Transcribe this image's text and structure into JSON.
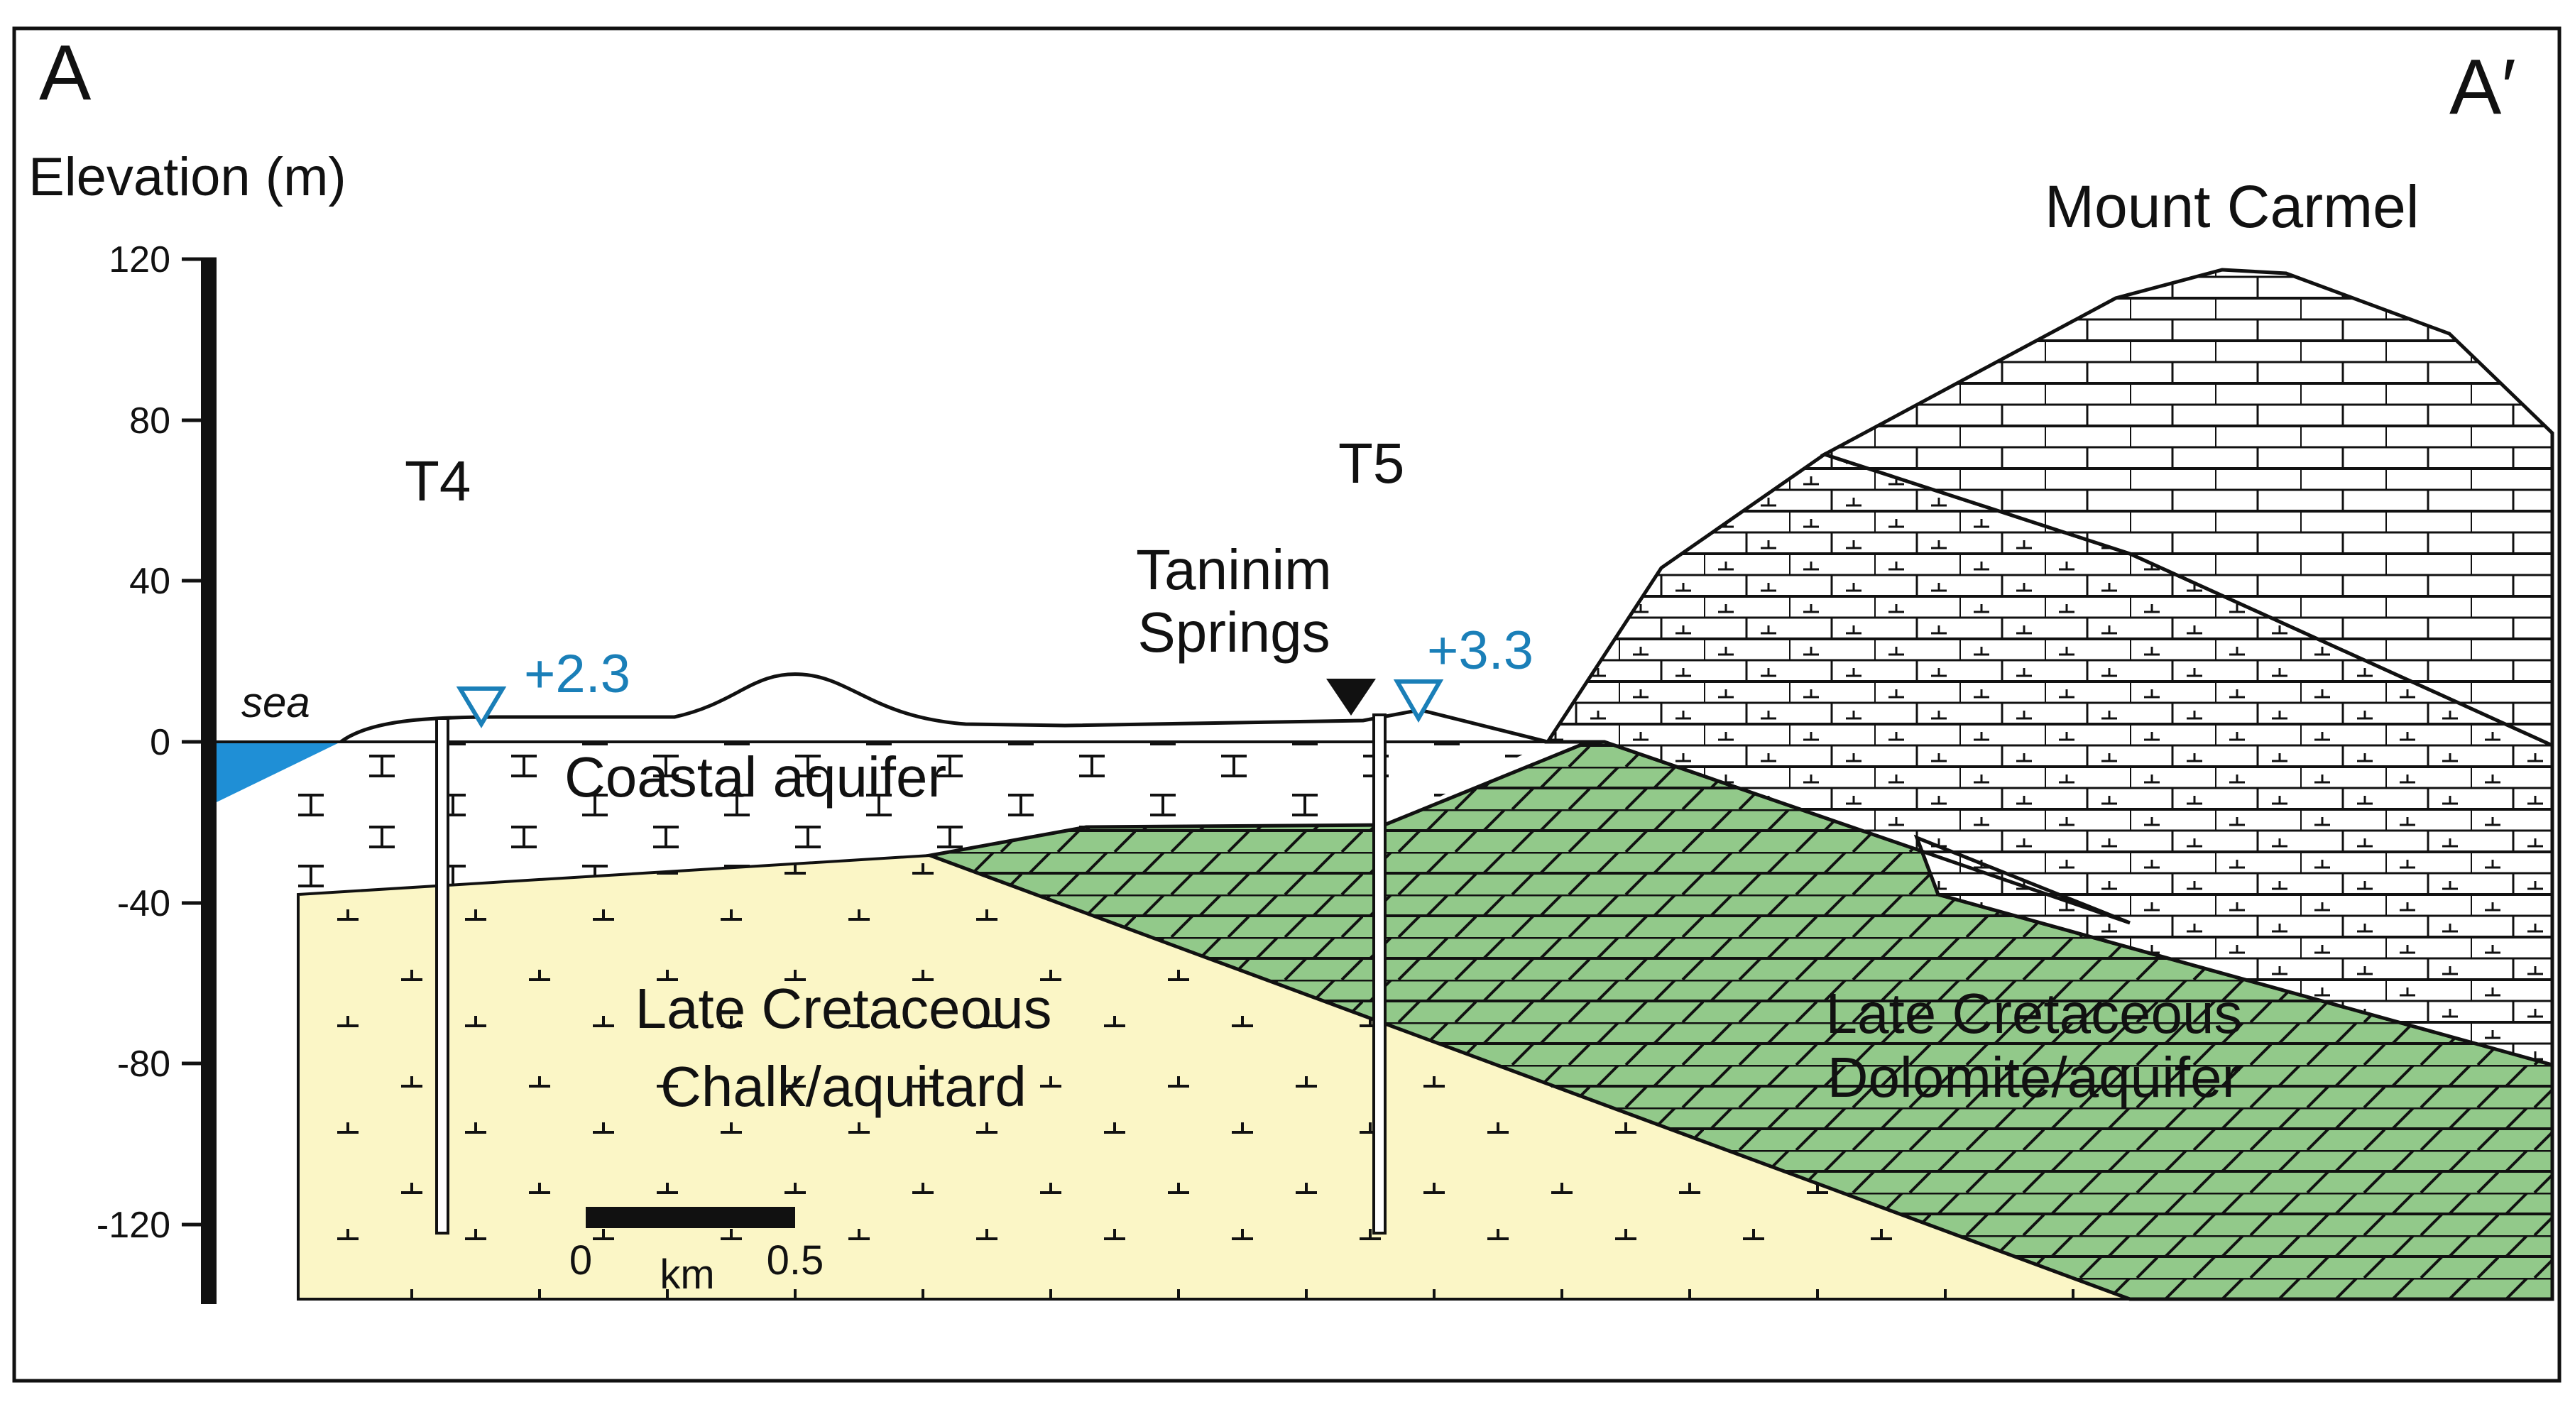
{
  "section": {
    "start_label": "A",
    "end_label": "A′"
  },
  "axis": {
    "title": "Elevation (m)",
    "ticks": [
      "120",
      "80",
      "40",
      "0",
      "-40",
      "-80",
      "-120"
    ]
  },
  "wells": {
    "t4": {
      "name": "T4",
      "water_level": "+2.3"
    },
    "t5": {
      "name": "T5",
      "water_level": "+3.3"
    }
  },
  "labels": {
    "sea": "sea",
    "spring_line1": "Taninim",
    "spring_line2": "Springs",
    "coastal_aquifer": "Coastal aquifer",
    "chalk_line1": "Late Cretaceous",
    "chalk_line2": "Chalk/aquitard",
    "dolomite_line1": "Late Cretaceous",
    "dolomite_line2": "Dolomite/aquifer",
    "mountain": "Mount Carmel"
  },
  "scale_bar": {
    "start": "0",
    "end": "0.5",
    "unit": "km"
  },
  "colors": {
    "sea": "#1f8fd6",
    "chalk": "#fbf6c6",
    "dolomite": "#92c98a",
    "water_level": "#1a7fb8",
    "ink": "#111111"
  }
}
